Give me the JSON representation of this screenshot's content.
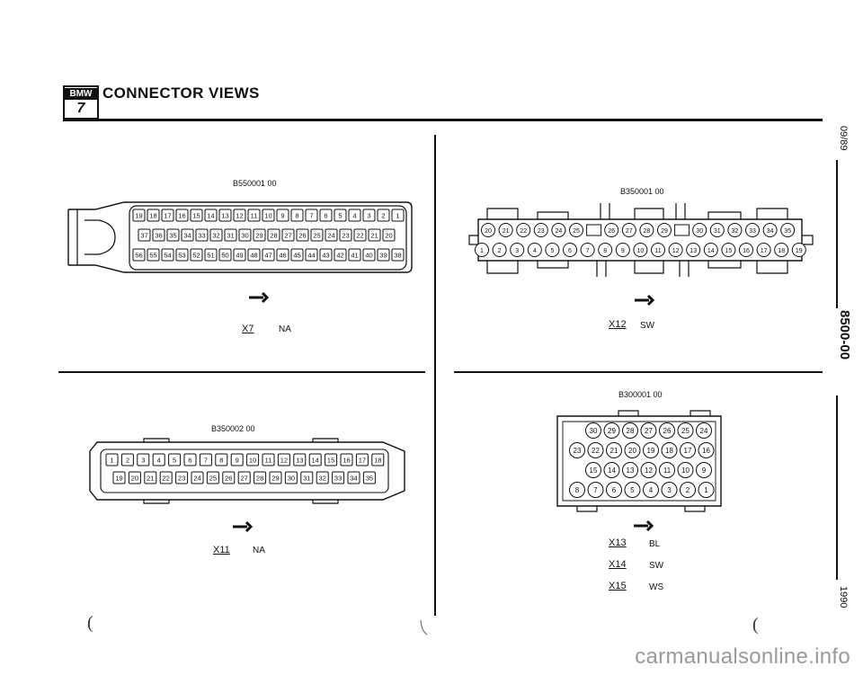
{
  "header": {
    "logo_brand": "BMW",
    "logo_series": "7",
    "title": "CONNECTOR VIEWS"
  },
  "side": {
    "date_top": "09/89",
    "section": "8500-00",
    "year": "1990"
  },
  "connectors": {
    "x7": {
      "code": "B550001 00",
      "label": "X7",
      "color": "NA",
      "rows": [
        [
          "19",
          "18",
          "17",
          "16",
          "15",
          "14",
          "13",
          "12",
          "11",
          "10",
          "9",
          "8",
          "7",
          "6",
          "5",
          "4",
          "3",
          "2",
          "1"
        ],
        [
          "37",
          "36",
          "35",
          "34",
          "33",
          "32",
          "31",
          "30",
          "29",
          "28",
          "27",
          "26",
          "25",
          "24",
          "23",
          "22",
          "21",
          "20"
        ],
        [
          "56",
          "55",
          "54",
          "53",
          "52",
          "51",
          "50",
          "49",
          "48",
          "47",
          "46",
          "45",
          "44",
          "43",
          "42",
          "41",
          "40",
          "39",
          "38"
        ]
      ]
    },
    "x12": {
      "code": "B350001 00",
      "label": "X12",
      "color": "SW",
      "rows": [
        [
          "20",
          "21",
          "22",
          "23",
          "24",
          "25",
          "",
          "26",
          "27",
          "28",
          "29",
          "",
          "30",
          "31",
          "32",
          "33",
          "34",
          "35"
        ],
        [
          "1",
          "2",
          "3",
          "4",
          "5",
          "6",
          "7",
          "8",
          "9",
          "10",
          "11",
          "12",
          "13",
          "14",
          "15",
          "16",
          "17",
          "18",
          "19"
        ]
      ]
    },
    "x11": {
      "code": "B350002 00",
      "label": "X11",
      "color": "NA",
      "rows": [
        [
          "1",
          "2",
          "3",
          "4",
          "5",
          "6",
          "7",
          "8",
          "9",
          "10",
          "11",
          "12",
          "13",
          "14",
          "15",
          "16",
          "17",
          "18"
        ],
        [
          "19",
          "20",
          "21",
          "22",
          "23",
          "24",
          "25",
          "26",
          "27",
          "28",
          "29",
          "30",
          "31",
          "32",
          "33",
          "34",
          "35"
        ]
      ]
    },
    "x13": {
      "code": "B300001 00",
      "rows": [
        [
          "30",
          "29",
          "28",
          "27",
          "26",
          "25",
          "24"
        ],
        [
          "23",
          "22",
          "21",
          "20",
          "19",
          "18",
          "17",
          "16"
        ],
        [
          "15",
          "14",
          "13",
          "12",
          "11",
          "10",
          "9"
        ],
        [
          "8",
          "7",
          "6",
          "5",
          "4",
          "3",
          "2",
          "1"
        ]
      ]
    }
  },
  "legend": [
    {
      "label": "X13",
      "color": "BL"
    },
    {
      "label": "X14",
      "color": "SW"
    },
    {
      "label": "X15",
      "color": "WS"
    }
  ],
  "footer": {
    "watermark": "carmanualsonline.info"
  }
}
